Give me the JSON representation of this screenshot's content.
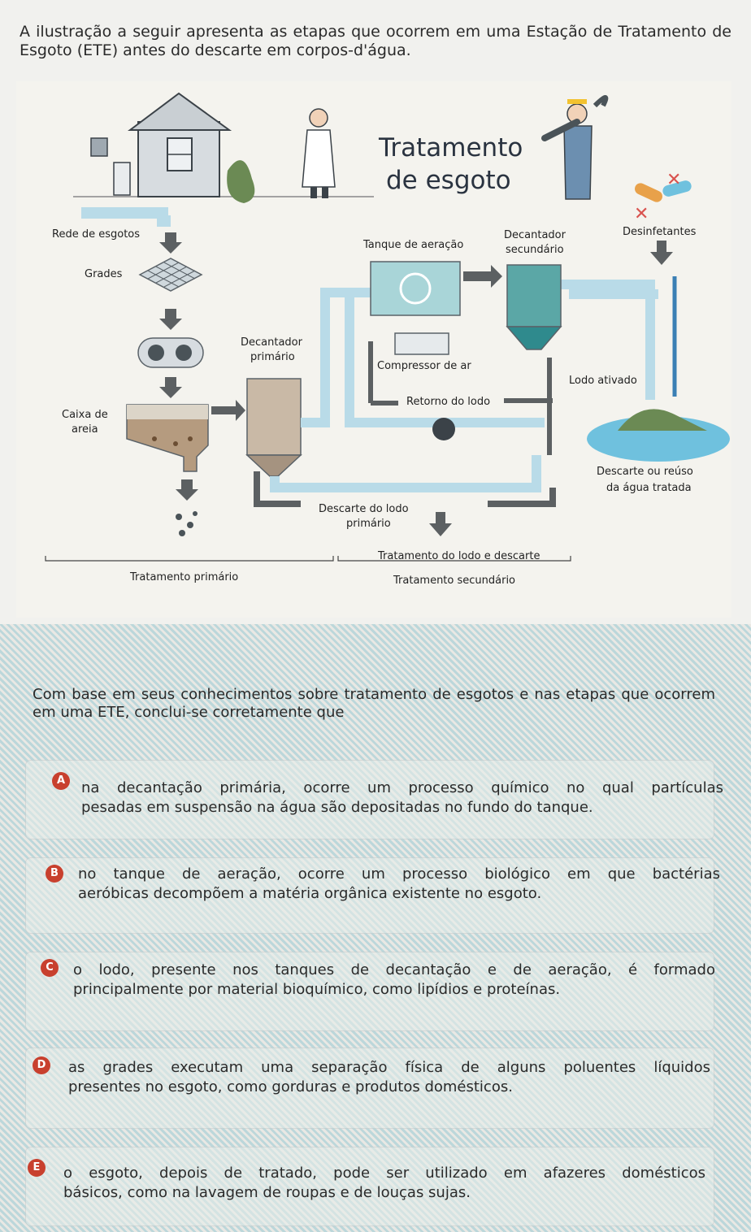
{
  "intro": "A ilustração a seguir apresenta as etapas que ocorrem em uma Estação de Tratamento de Esgoto (ETE) antes do descarte em corpos-d'água.",
  "diagram": {
    "title_line1": "Tratamento",
    "title_line2": "de esgoto",
    "labels": {
      "rede": "Rede de esgotos",
      "grades": "Grades",
      "decantador_primario_1": "Decantador",
      "decantador_primario_2": "primário",
      "caixa_areia_1": "Caixa de",
      "caixa_areia_2": "areia",
      "tanque_aeracao": "Tanque de aeração",
      "decantador_secundario_1": "Decantador",
      "decantador_secundario_2": "secundário",
      "desinfetantes": "Desinfetantes",
      "compressor": "Compressor de ar",
      "lodo_ativado": "Lodo ativado",
      "retorno_lodo": "Retorno do lodo",
      "descarte_reuso_1": "Descarte ou reúso",
      "descarte_reuso_2": "da água tratada",
      "descarte_lodo_1": "Descarte do lodo",
      "descarte_lodo_2": "primário",
      "tratamento_lodo": "Tratamento do lodo e descarte",
      "tratamento_primario": "Tratamento primário",
      "tratamento_secundario": "Tratamento secundário"
    },
    "colors": {
      "pipe": "#b9dbe8",
      "arrow": "#5c6062",
      "tank": "#5ba7a6",
      "tank_dark": "#2f8a8d",
      "water_blue": "#6fc1de",
      "sand": "#8a6a4b",
      "house": "#d7dce0"
    }
  },
  "question": "Com base em seus conhecimentos sobre tratamento de esgotos e nas etapas que ocorrem em uma ETE, conclui-se corretamente que",
  "options": [
    {
      "letter": "A",
      "line1": "na decantação primária, ocorre um processo químico no qual partículas",
      "line2": "pesadas em suspensão na água são depositadas no fundo do tanque."
    },
    {
      "letter": "B",
      "line1": "no tanque de aeração, ocorre um processo biológico em que bactérias",
      "line2": "aeróbicas decompõem a matéria orgânica existente no esgoto."
    },
    {
      "letter": "C",
      "line1": "o lodo, presente nos tanques de decantação e de aeração, é formado",
      "line2": "principalmente por material bioquímico, como lipídios e proteínas."
    },
    {
      "letter": "D",
      "line1": "as grades executam uma separação física de alguns poluentes líquidos",
      "line2": "presentes no esgoto, como gorduras e produtos domésticos."
    },
    {
      "letter": "E",
      "line1": "o esgoto, depois de tratado, pode ser utilizado em afazeres domésticos",
      "line2": "básicos, como na lavagem de roupas e de louças sujas."
    }
  ]
}
